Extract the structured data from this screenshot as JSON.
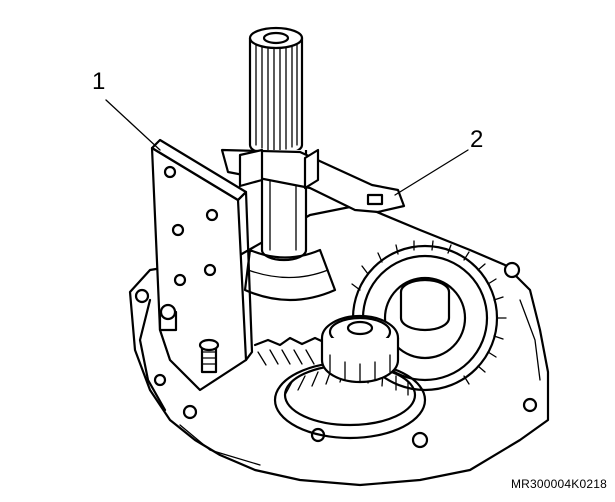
{
  "figure": {
    "callouts": [
      {
        "id": "1",
        "text": "1"
      },
      {
        "id": "2",
        "text": "2"
      }
    ],
    "reference_code": "MR300004K0218"
  },
  "colors": {
    "ink": "#000000",
    "paper": "#ffffff"
  }
}
